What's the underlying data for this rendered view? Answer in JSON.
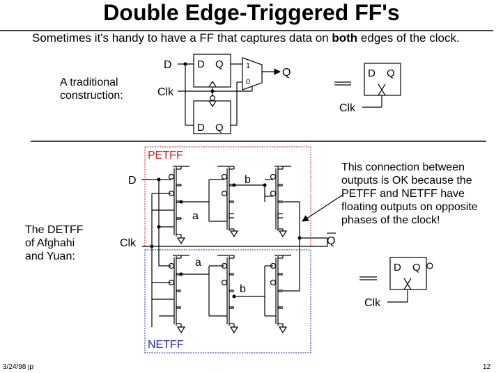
{
  "slide": {
    "title": "Double Edge-Triggered FF's",
    "subtitle_pre": "Sometimes it's handy to have a FF that captures data on ",
    "subtitle_bold": "both",
    "subtitle_post": " edges of the clock.",
    "traditional_label": [
      "A traditional",
      "construction:"
    ],
    "detff_label": [
      "The DETFF",
      "of Afghahi",
      "and Yuan:"
    ],
    "note": [
      "This connection between",
      "outputs is OK because the",
      "PETFF and NETFF have",
      "floating outputs on opposite",
      "phases of the clock!"
    ],
    "footer_left": "3/24/98  jp",
    "footer_right": "12"
  },
  "diagram": {
    "sig_d": "D",
    "sig_clk": "Clk",
    "sig_q": "Q",
    "pin_d": "D",
    "pin_q": "Q",
    "mux_1": "1",
    "mux_0": "0",
    "node_a": "a",
    "node_b": "b",
    "petff": "PETFF",
    "netff": "NETFF",
    "q_bar": "Q",
    "colors": {
      "petff": "#cc2222",
      "netff": "#2222aa",
      "ink": "#000000"
    }
  }
}
